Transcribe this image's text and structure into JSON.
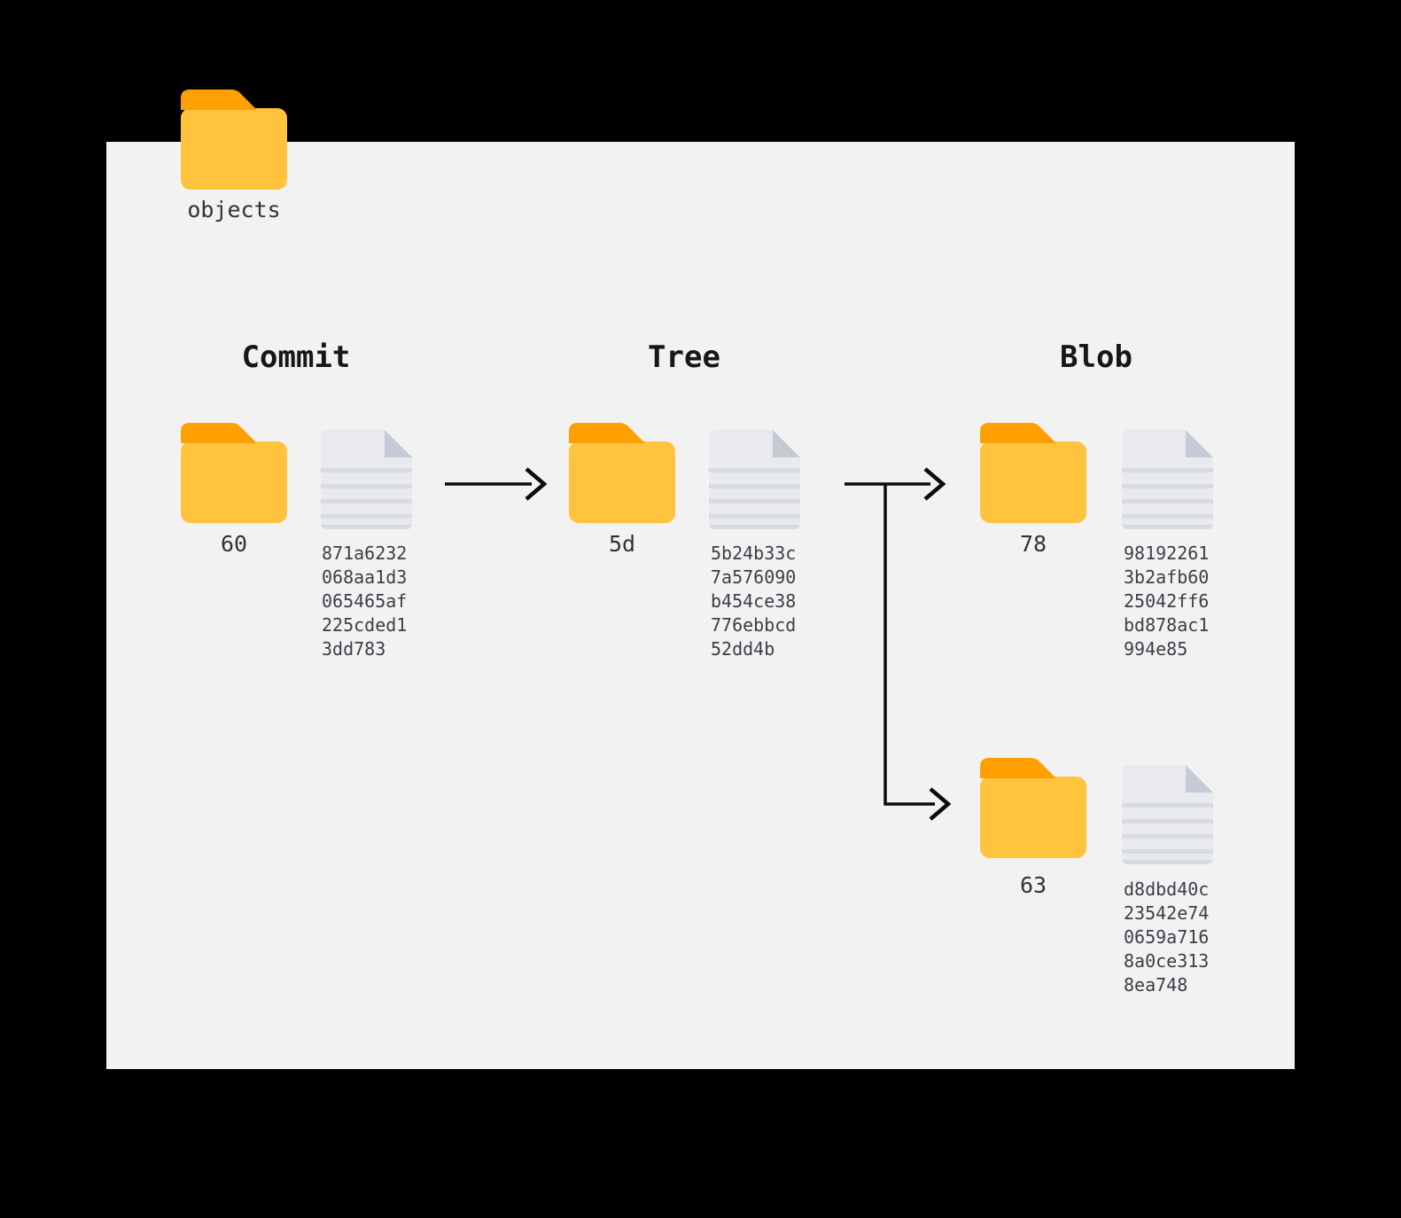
{
  "root": {
    "folder_label": "objects"
  },
  "sections": {
    "commit": {
      "title": "Commit",
      "folder_label": "60",
      "hash": "871a6232\n068aa1d3\n065465af\n225cded1\n3dd783"
    },
    "tree": {
      "title": "Tree",
      "folder_label": "5d",
      "hash": "5b24b33c\n7a576090\nb454ce38\n776ebbcd\n52dd4b"
    },
    "blob1": {
      "title": "Blob",
      "folder_label": "78",
      "hash": "98192261\n3b2afb60\n25042ff6\nbd878ac1\n994e85"
    },
    "blob2": {
      "folder_label": "63",
      "hash": "d8dbd40c\n23542e74\n0659a716\n8a0ce313\n8ea748"
    }
  },
  "edges": [
    {
      "from": "commit",
      "to": "tree"
    },
    {
      "from": "tree",
      "to": "blob-78"
    },
    {
      "from": "tree",
      "to": "blob-63"
    }
  ],
  "colors": {
    "background": "#000000",
    "panel": "#f2f2f3",
    "folder_body": "#ffc33d",
    "folder_tab": "#ffa000",
    "doc_body": "#e8eaee",
    "doc_fold": "#c5cbd4",
    "doc_stripe": "#d8dbe1",
    "arrow": "#0c0c0c",
    "title_text": "#15171a",
    "hash_text": "#3b3f46"
  }
}
